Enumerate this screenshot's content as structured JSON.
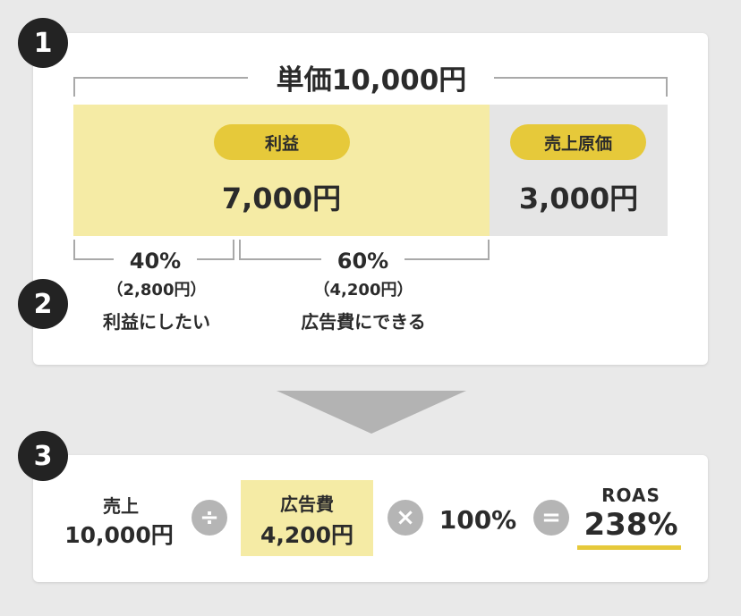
{
  "colors": {
    "accent": "#e6c93a",
    "profit_bg": "#f5eba5",
    "cost_bg": "#e5e5e5",
    "badge": "#232323",
    "operator": "#b5b5b5"
  },
  "step_badges": [
    "1",
    "2",
    "3"
  ],
  "unit_price": "単価10,000円",
  "profit": {
    "label": "利益",
    "value": "7,000円"
  },
  "cost": {
    "label": "売上原価",
    "value": "3,000円"
  },
  "split_left": {
    "percent": "40%",
    "amount": "（2,800円）",
    "caption": "利益にしたい"
  },
  "split_right": {
    "percent": "60%",
    "amount": "（4,200円）",
    "caption": "広告費にできる"
  },
  "formula": {
    "sales_label": "売上",
    "sales_value": "10,000円",
    "divide_symbol": "÷",
    "ad_label": "広告費",
    "ad_value": "4,200円",
    "multiply_symbol": "×",
    "hundred": "100%",
    "equals_symbol": "=",
    "roas_label": "ROAS",
    "roas_value": "238%"
  }
}
